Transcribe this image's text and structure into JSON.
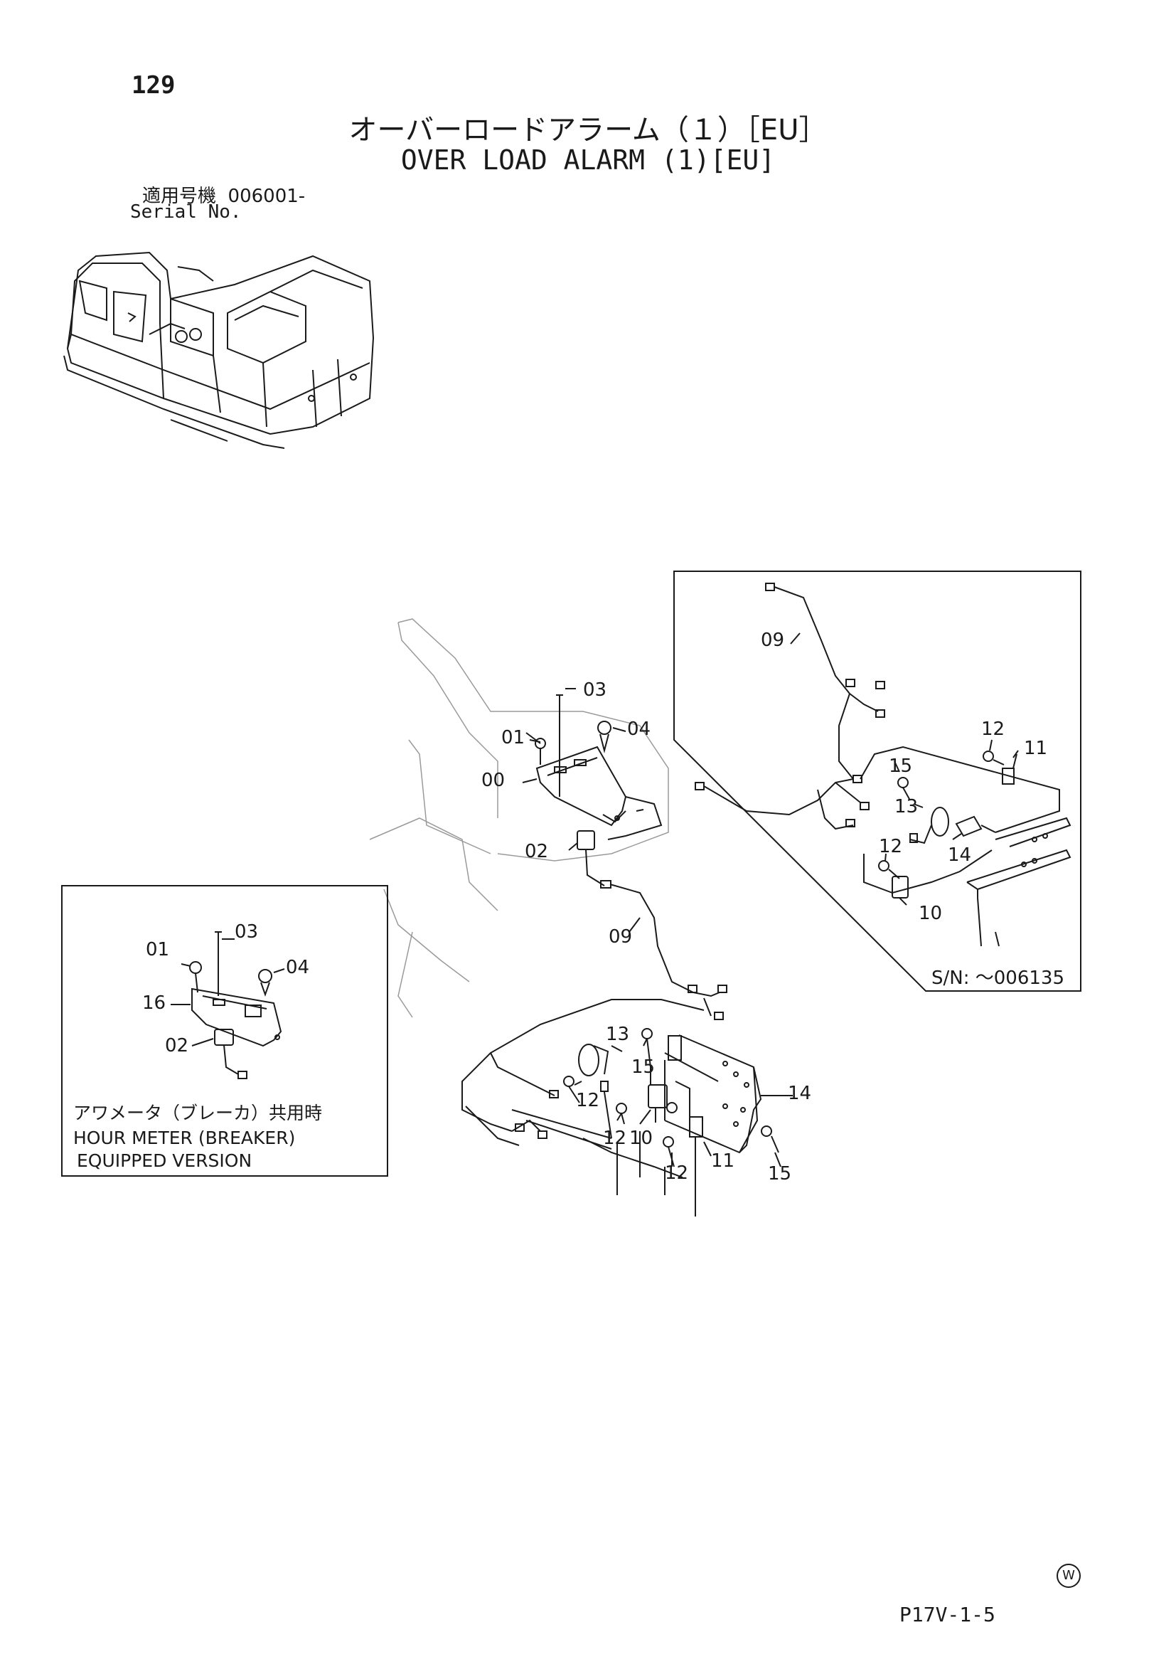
{
  "page": {
    "number": "129",
    "title_jp": "オーバーロードアラーム（１）［EU］",
    "title_en": "OVER LOAD ALARM (1)[EU]",
    "serial_label_jp": "適用号機",
    "serial_value": "006001-",
    "serial_label_en": "Serial No.",
    "figure_code": "P17V-1-5",
    "watermark": "W"
  },
  "inset_right": {
    "serial_note": "S/N: ～006135",
    "callouts": [
      "09",
      "12",
      "11",
      "15",
      "13",
      "14",
      "12",
      "10"
    ]
  },
  "inset_left": {
    "note_jp": "アワメータ（ブレーカ）共用時",
    "note_en_1": "HOUR METER (BREAKER)",
    "note_en_2": "EQUIPPED VERSION",
    "callouts": [
      "01",
      "03",
      "04",
      "16",
      "02"
    ]
  },
  "main_callouts": [
    "03",
    "01",
    "04",
    "00",
    "02",
    "09",
    "13",
    "15",
    "12",
    "14",
    "12",
    "10",
    "15",
    "12",
    "11",
    "15"
  ],
  "colors": {
    "ink": "#1a1a1a",
    "faint": "#9a9a9a",
    "background": "#ffffff"
  }
}
